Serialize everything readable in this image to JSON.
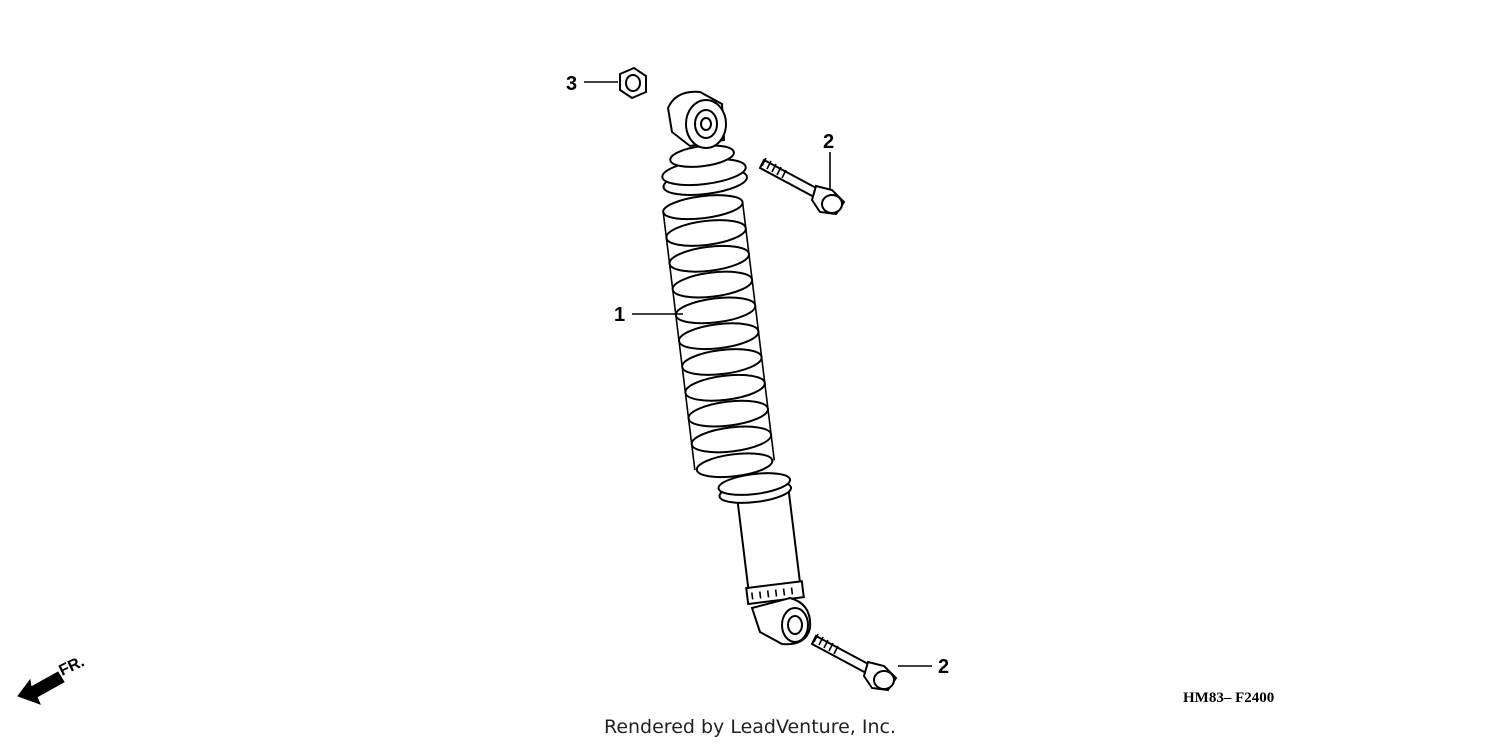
{
  "callouts": {
    "shock_absorber": "1",
    "bolt_upper": "2",
    "bolt_lower": "2",
    "nut": "3"
  },
  "diagram_code": "HM83– F2400",
  "direction_label": "FR.",
  "credit": "Rendered by LeadVenture, Inc."
}
